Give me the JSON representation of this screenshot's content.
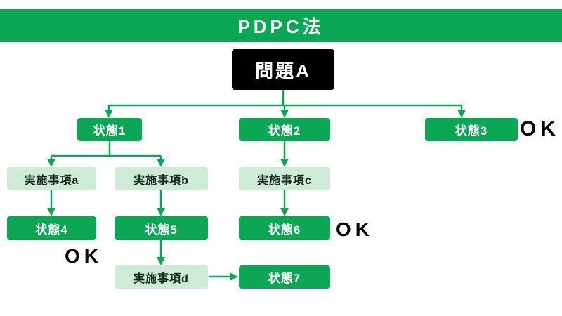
{
  "header": {
    "title": "PDPC法"
  },
  "diagram": {
    "problem": "問題A",
    "state1": "状態1",
    "state2": "状態2",
    "state3": "状態3",
    "state4": "状態4",
    "state5": "状態5",
    "state6": "状態6",
    "state7": "状態7",
    "action_a": "実施事項a",
    "action_b": "実施事項b",
    "action_c": "実施事項c",
    "action_d": "実施事項d",
    "ok_state3": "OK",
    "ok_state4": "OK",
    "ok_state6": "OK"
  },
  "colors": {
    "green": "#0ca754",
    "light_green": "#cdebd6",
    "dark_text": "#15291e",
    "black": "#000000",
    "white": "#ffffff"
  }
}
